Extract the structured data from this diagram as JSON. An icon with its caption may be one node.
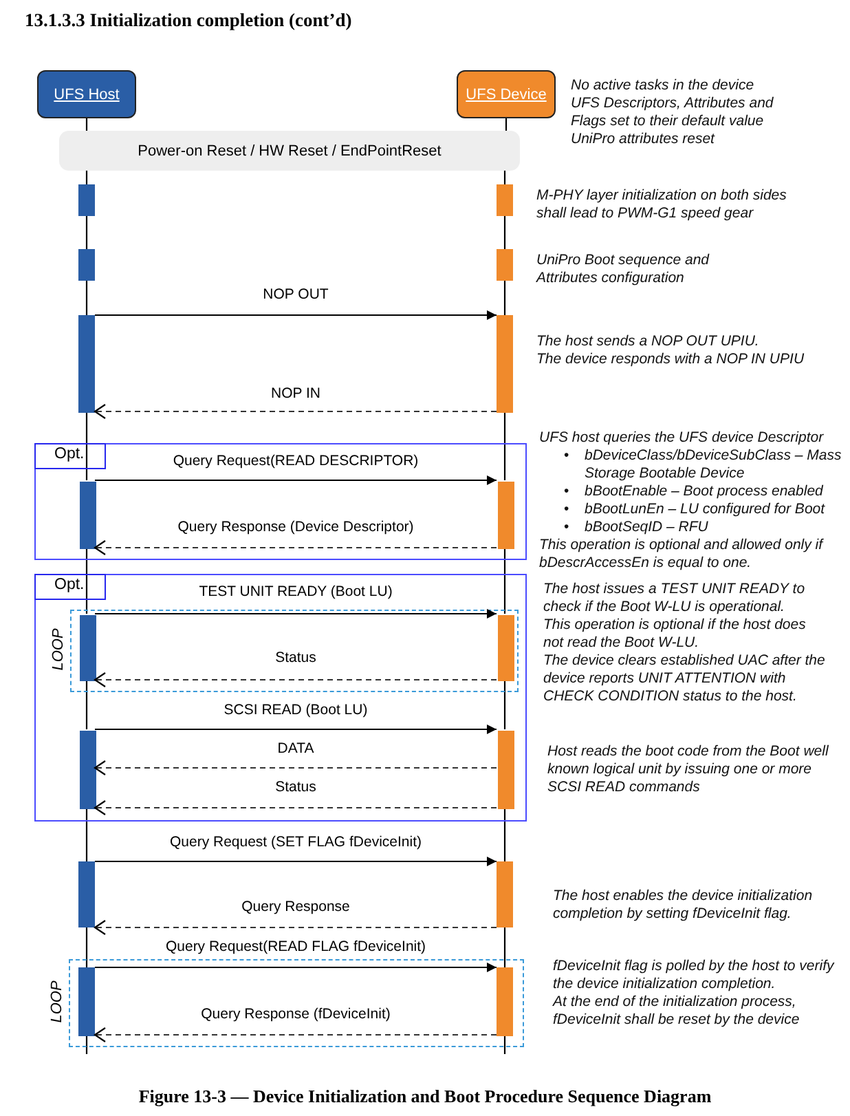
{
  "diagram": {
    "title": "13.1.3.3 Initialization completion (cont’d)",
    "caption": "Figure 13-3 — Device Initialization and Boot Procedure Sequence Diagram",
    "nodes": [
      {
        "text": [
          "UFS Host"
        ]
      },
      {
        "text": [
          "UFS Device"
        ]
      },
      {
        "text": [
          "Power-on Reset / HW Reset / EndPointReset"
        ]
      },
      {
        "text": [],
        "shape": "bar"
      },
      {
        "text": [],
        "shape": "bar"
      },
      {
        "text": [],
        "shape": "bar"
      },
      {
        "text": [],
        "shape": "bar"
      },
      {
        "text": [],
        "shape": "bar"
      },
      {
        "text": [],
        "shape": "bar"
      },
      {
        "text": [
          "Opt."
        ]
      },
      {
        "text": [],
        "shape": "bar",
        "in": 9
      },
      {
        "text": [],
        "shape": "bar",
        "in": 9
      },
      {
        "text": [
          "Opt."
        ]
      },
      {
        "text": [
          "LOOP"
        ],
        "in": 12
      },
      {
        "text": [],
        "shape": "bar",
        "in": 13
      },
      {
        "text": [],
        "shape": "bar",
        "in": 13
      },
      {
        "text": [],
        "shape": "bar",
        "in": 12
      },
      {
        "text": [],
        "shape": "bar",
        "in": 12
      },
      {
        "text": [],
        "shape": "bar"
      },
      {
        "text": [],
        "shape": "bar"
      },
      {
        "text": [
          "LOOP"
        ]
      },
      {
        "text": [],
        "shape": "bar",
        "in": 20
      },
      {
        "text": [],
        "shape": "bar",
        "in": 20
      }
    ],
    "edges": [
      {
        "from": 7,
        "to": 8,
        "arrow": "to",
        "label": "NOP OUT"
      },
      {
        "from": 8,
        "to": 7,
        "arrow": "to",
        "label": "NOP IN",
        "style": "dashed"
      },
      {
        "from": 10,
        "to": 11,
        "arrow": "to",
        "label": "Query Request(READ DESCRIPTOR)"
      },
      {
        "from": 11,
        "to": 10,
        "arrow": "to",
        "label": "Query Response (Device Descriptor)",
        "style": "dashed"
      },
      {
        "from": 14,
        "to": 15,
        "arrow": "to",
        "label": "TEST UNIT READY (Boot LU)"
      },
      {
        "from": 15,
        "to": 14,
        "arrow": "to",
        "label": "Status",
        "style": "dashed"
      },
      {
        "from": 16,
        "to": 17,
        "arrow": "to",
        "label": "SCSI READ (Boot LU)"
      },
      {
        "from": 17,
        "to": 16,
        "arrow": "to",
        "label": "DATA",
        "style": "dashed"
      },
      {
        "from": 17,
        "to": 16,
        "arrow": "to",
        "label": "Status",
        "style": "dashed"
      },
      {
        "from": 18,
        "to": 19,
        "arrow": "to",
        "label": "Query Request (SET FLAG fDeviceInit)"
      },
      {
        "from": 19,
        "to": 18,
        "arrow": "to",
        "label": "Query Response",
        "style": "dashed"
      },
      {
        "from": 21,
        "to": 22,
        "arrow": "to",
        "label": "Query Request(READ FLAG fDeviceInit)"
      },
      {
        "from": 22,
        "to": 21,
        "arrow": "to",
        "label": "Query Response (fDeviceInit)",
        "style": "dashed"
      },
      {
        "from": 0,
        "to": 2,
        "arrow": "none"
      },
      {
        "from": 2,
        "to": 3,
        "arrow": "none"
      },
      {
        "from": 3,
        "to": 5,
        "arrow": "none"
      },
      {
        "from": 5,
        "to": 7,
        "arrow": "none"
      },
      {
        "from": 7,
        "to": 10,
        "arrow": "none"
      },
      {
        "from": 10,
        "to": 14,
        "arrow": "none"
      },
      {
        "from": 14,
        "to": 16,
        "arrow": "none"
      },
      {
        "from": 16,
        "to": 18,
        "arrow": "none"
      },
      {
        "from": 18,
        "to": 21,
        "arrow": "none"
      },
      {
        "from": 21,
        "to": null,
        "arrow": "none"
      },
      {
        "from": 1,
        "to": 2,
        "arrow": "none"
      },
      {
        "from": 2,
        "to": 4,
        "arrow": "none"
      },
      {
        "from": 4,
        "to": 6,
        "arrow": "none"
      },
      {
        "from": 6,
        "to": 8,
        "arrow": "none"
      },
      {
        "from": 8,
        "to": 11,
        "arrow": "none"
      },
      {
        "from": 11,
        "to": 15,
        "arrow": "none"
      },
      {
        "from": 15,
        "to": 17,
        "arrow": "none"
      },
      {
        "from": 17,
        "to": 19,
        "arrow": "none"
      },
      {
        "from": 19,
        "to": 22,
        "arrow": "none"
      },
      {
        "from": 22,
        "to": null,
        "arrow": "none"
      }
    ],
    "labels": [
      "No active tasks in the device",
      "UFS Descriptors, Attributes and Flags set to their default value",
      "UniPro attributes reset",
      "M-PHY layer initialization on both sides shall lead to PWM-G1 speed gear",
      "UniPro Boot sequence and Attributes configuration",
      "The host sends a NOP OUT UPIU.",
      "The device responds with a NOP IN UPIU",
      "UFS host queries the UFS device Descriptor",
      "•",
      "bDeviceClass/bDeviceSubClass – Mass Storage Bootable Device",
      "•",
      "bBootEnable – Boot process enabled",
      "•",
      "bBootLunEn – LU configured for Boot",
      "•",
      "bBootSeqID – RFU",
      "This operation is optional and allowed only if bDescrAccessEn is equal to one.",
      "The host issues a TEST UNIT READY to check if the Boot W-LU is operational.",
      "This operation is optional if the host does not read the Boot W-LU.",
      "The device clears established UAC after the device reports UNIT ATTENTION with CHECK CONDITION status to the host.",
      "Host reads the boot code from the Boot well known logical unit by issuing one or more SCSI READ commands",
      "The host enables the device initialization completion by setting fDeviceInit flag.",
      "fDeviceInit flag is polled by the host to verify the device initialization completion.",
      "At the end of the initialization process, fDeviceInit shall be reset by the device"
    ]
  }
}
